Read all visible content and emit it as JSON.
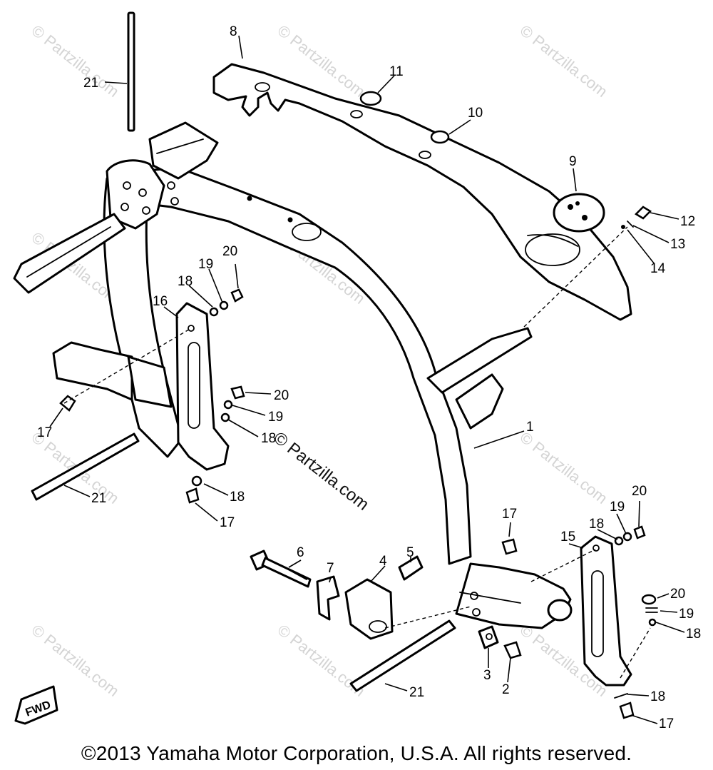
{
  "watermark_text": "© Partzilla.com",
  "center_watermark_text": "© Partzilla.com",
  "copyright_text": "©2013 Yamaha Motor Corporation, U.S.A. All rights reserved.",
  "fwd_label": "FWD",
  "callouts": {
    "c1": "1",
    "c2": "2",
    "c3": "3",
    "c4": "4",
    "c5": "5",
    "c6": "6",
    "c7": "7",
    "c8": "8",
    "c9": "9",
    "c10": "10",
    "c11": "11",
    "c12": "12",
    "c13": "13",
    "c14": "14",
    "c15": "15",
    "c16": "16",
    "c17a": "17",
    "c17b": "17",
    "c17c": "17",
    "c17d": "17",
    "c18a": "18",
    "c18b": "18",
    "c18c": "18",
    "c18d": "18",
    "c18e": "18",
    "c18f": "18",
    "c19a": "19",
    "c19b": "19",
    "c19c": "19",
    "c19d": "19",
    "c20a": "20",
    "c20b": "20",
    "c20c": "20",
    "c20d": "20",
    "c21a": "21",
    "c21b": "21",
    "c21c": "21"
  },
  "colors": {
    "line": "#000000",
    "background": "#ffffff",
    "watermark": "#d4d4d4"
  }
}
